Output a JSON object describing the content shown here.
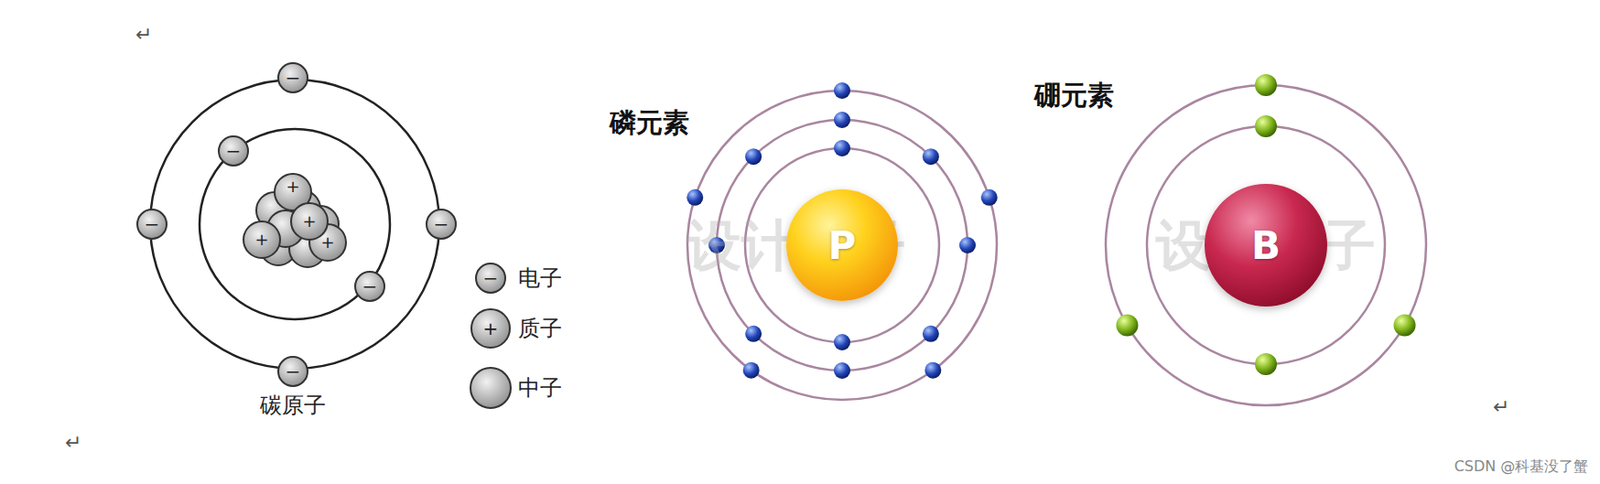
{
  "diagram": {
    "nodes": [
      {
        "text": [
          "P"
        ]
      },
      {
        "text": [
          "B"
        ]
      }
    ],
    "labels": [
      "↵",
      "碳原子",
      "−",
      "−",
      "−",
      "−",
      "−",
      "−",
      "+",
      "+",
      "+",
      "+",
      "−",
      "+",
      "磷元素",
      "硼元素",
      "设计盒子",
      "设计盒子",
      "↵",
      "↵",
      "CSDN @科基没了蟹"
    ],
    "legend": [
      {
        "text": "电子"
      },
      {
        "text": "质子"
      },
      {
        "text": "中子"
      }
    ]
  }
}
